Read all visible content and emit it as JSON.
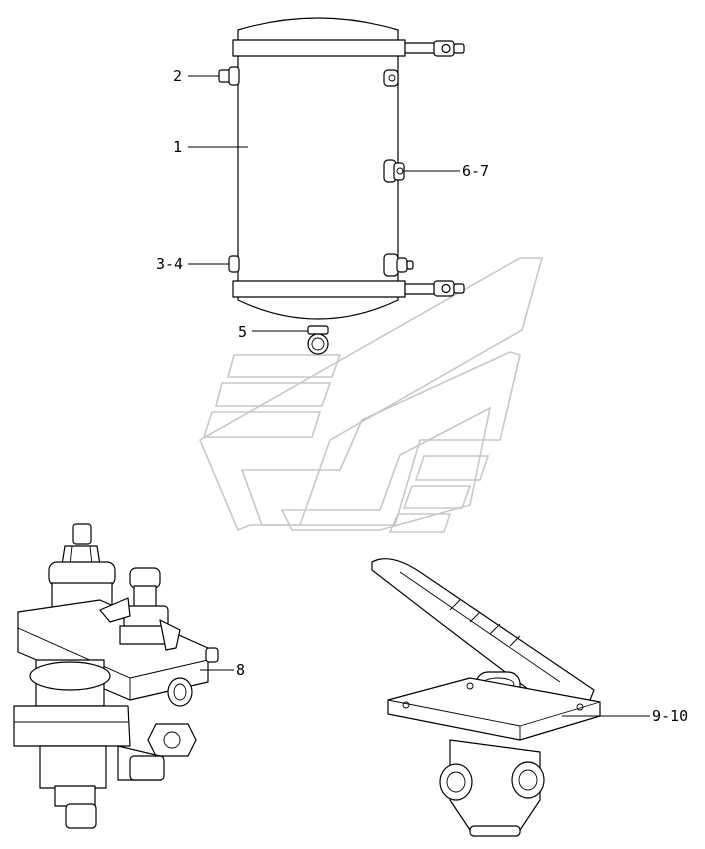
{
  "callouts": {
    "c1": "1",
    "c2": "2",
    "c3": "3-4",
    "c5": "5",
    "c6": "6-7",
    "c8": "8",
    "c9": "9-10"
  }
}
